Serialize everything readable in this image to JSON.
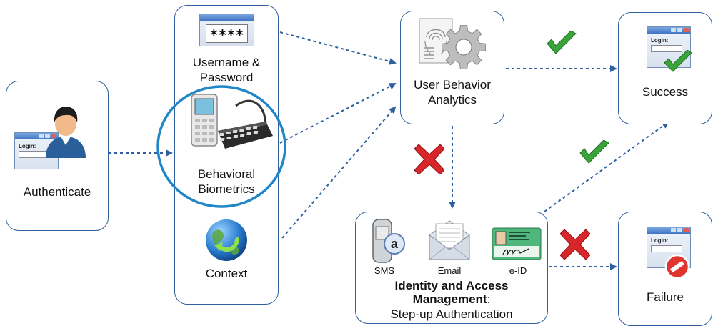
{
  "nodes": {
    "authenticate": "Authenticate",
    "username_password": "Username &\nPassword",
    "password_mask": "****",
    "behavioral_biometrics": "Behavioral\nBiometrics",
    "context": "Context",
    "uba": "User Behavior\nAnalytics",
    "success": "Success",
    "failure": "Failure",
    "iam_title": "Identity and Access\nManagement",
    "iam_colon": ":",
    "iam_subtitle": "Step-up Authentication",
    "sms": "SMS",
    "email": "Email",
    "eid": "e-ID",
    "login_text": "Login:"
  },
  "colors": {
    "box_border": "#2f5f9e",
    "arrow": "#2f5f9e",
    "highlight_ring": "#1f86c9",
    "check_green": "#3aa43a",
    "cross_red": "#d8262b"
  },
  "icons": [
    "user-icon",
    "login-window-icon",
    "password-field-icon",
    "phone-keyboard-icon",
    "globe-icon",
    "fingerprint-gear-icon",
    "check-icon",
    "cross-icon",
    "sms-phone-icon",
    "email-envelope-icon",
    "eid-card-icon",
    "stop-icon"
  ]
}
